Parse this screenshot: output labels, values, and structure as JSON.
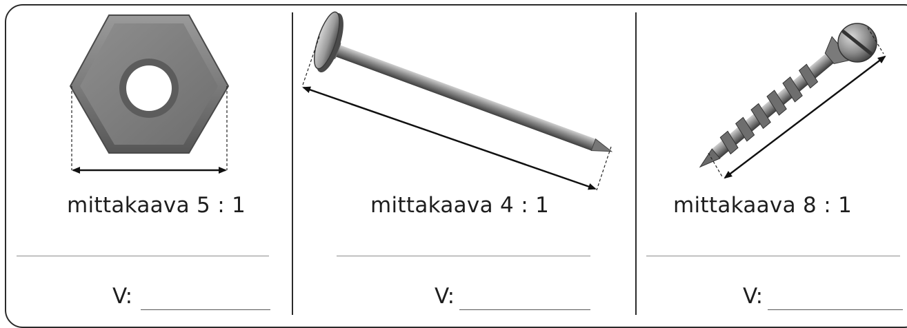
{
  "exercises": [
    {
      "object": "hex-nut",
      "scale_label": "mittakaava 5 : 1",
      "answer_label": "V:"
    },
    {
      "object": "nail",
      "scale_label": "mittakaava 4 : 1",
      "answer_label": "V:"
    },
    {
      "object": "screw",
      "scale_label": "mittakaava 8 : 1",
      "answer_label": "V:"
    }
  ],
  "colors": {
    "outline": "#2a2a2a",
    "text": "#1e1e1e",
    "metal_dark": "#5a5a5a",
    "metal_mid": "#8a8a8a",
    "metal_light": "#c8c8c8"
  }
}
